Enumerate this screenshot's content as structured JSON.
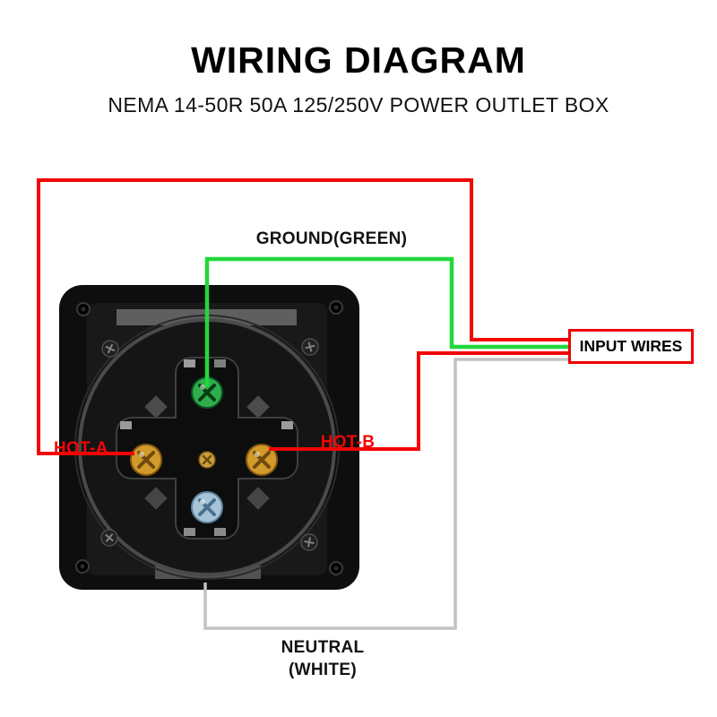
{
  "header": {
    "title": "WIRING DIAGRAM",
    "subtitle": "NEMA 14-50R 50A 125/250V POWER OUTLET BOX"
  },
  "labels": {
    "ground": "GROUND(GREEN)",
    "hot_a": "HOT-A",
    "hot_b": "HOT-B",
    "neutral_line1": "NEUTRAL",
    "neutral_line2": "(WHITE)",
    "input_wires": "INPUT WIRES"
  },
  "colors": {
    "hot_wire": "#f40404",
    "ground_wire": "#21d83c",
    "neutral_wire": "#c2c2c2",
    "input_box_border": "#ef0000",
    "hot_label_text": "#f40404",
    "ground_terminal": "#2fae4e",
    "hot_terminal": "#d29a2b",
    "neutral_terminal": "#a7c4d7",
    "center_screw": "#c99f3f"
  },
  "connections": [
    {
      "terminal": "GROUND",
      "terminal_position": "top",
      "wire_color": "green",
      "destination": "INPUT WIRES"
    },
    {
      "terminal": "HOT-A",
      "terminal_position": "left",
      "wire_color": "red",
      "destination": "INPUT WIRES"
    },
    {
      "terminal": "HOT-B",
      "terminal_position": "right",
      "wire_color": "red",
      "destination": "INPUT WIRES"
    },
    {
      "terminal": "NEUTRAL",
      "terminal_position": "bottom",
      "wire_color": "white",
      "destination": "INPUT WIRES"
    }
  ]
}
